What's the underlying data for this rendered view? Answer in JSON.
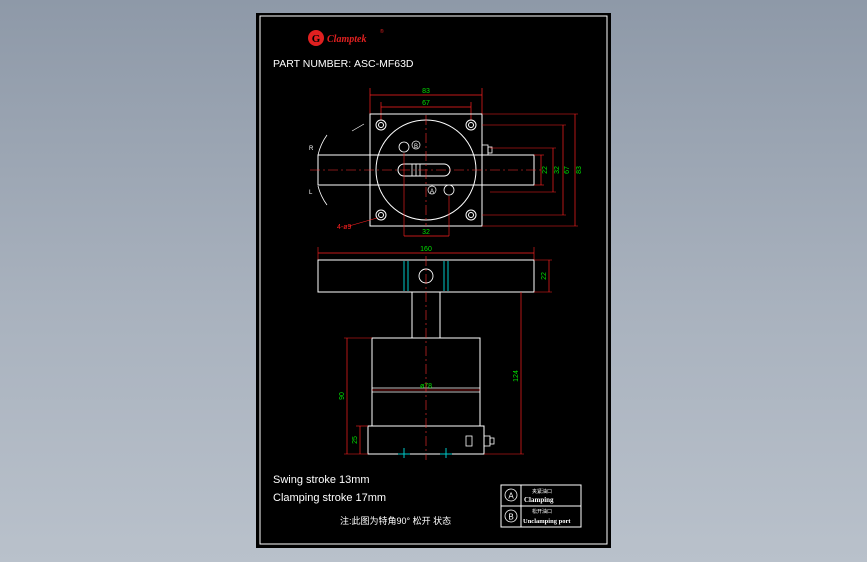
{
  "logo": {
    "mark": "G",
    "name": "Clamptek",
    "reg": "®"
  },
  "part": {
    "label": "PART NUMBER:",
    "value": "ASC-MF63D"
  },
  "top_view": {
    "dims": {
      "width_outer": "83",
      "width_inner": "67",
      "height_22": "22",
      "height_32": "32",
      "height_67": "67",
      "height_83": "83",
      "bolt_spacing": "32"
    },
    "hole_note": "4-ø9",
    "rot_right": "R",
    "rot_left": "L",
    "port_a": "A",
    "port_b": "B"
  },
  "side_view": {
    "dims": {
      "arm_length": "160",
      "arm_height": "22",
      "total_height": "124",
      "body_height": "90",
      "base_height": "25",
      "diameter": "ø78"
    }
  },
  "notes": {
    "swing": "Swing stroke 13mm",
    "clamping": "Clamping stroke 17mm",
    "note_cn": "注:此图为特角90° 松开 状态"
  },
  "legend": [
    {
      "symbol": "A",
      "cn": "夹紧油口",
      "en": "Clamping"
    },
    {
      "symbol": "B",
      "cn": "松开油口",
      "en": "Unclamping port"
    }
  ],
  "colors": {
    "line": "#ffffff",
    "dim": "#ff2020",
    "dimtext": "#00e000",
    "center": "#ff3030",
    "accent": "#00c8c8",
    "logo": "#e02020",
    "bg": "#000000"
  }
}
